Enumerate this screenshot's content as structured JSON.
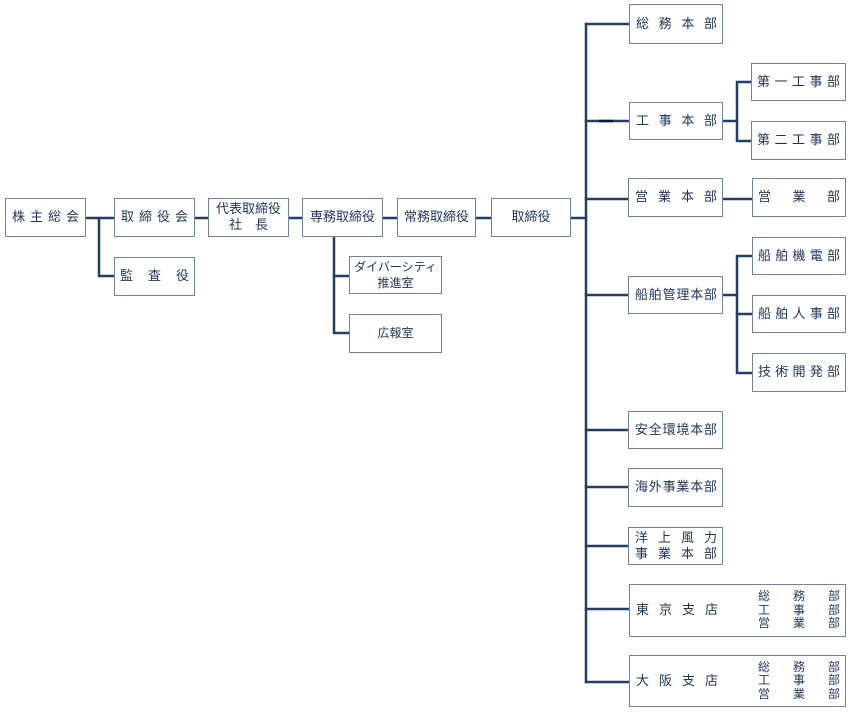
{
  "colors": {
    "line": "#243f63",
    "border": "#72839c",
    "text": "#1e3557",
    "background": "#ffffff"
  },
  "executive": {
    "shareholders_meeting": "株主総会",
    "board_of_directors": "取締役会",
    "auditors": "監査役",
    "president": [
      "代表取締役",
      "社　長"
    ],
    "senior_managing_director": "専務取締役",
    "managing_director": "常務取締役",
    "directors": "取締役"
  },
  "staff_offices": {
    "diversity_office": [
      "ダイバーシティ",
      "推進室"
    ],
    "public_relations": "広報室"
  },
  "divisions": [
    {
      "name": "総務本部"
    },
    {
      "name": "工事本部",
      "departments": [
        "第一工事部",
        "第二工事部"
      ]
    },
    {
      "name": "営業本部",
      "departments": [
        "営業部"
      ]
    },
    {
      "name": "船舶管理本部",
      "departments": [
        "船舶機電部",
        "船舶人事部",
        "技術開発部"
      ]
    },
    {
      "name": "安全環境本部"
    },
    {
      "name": "海外事業本部"
    },
    {
      "name_lines": [
        "洋上風力",
        "事業本部"
      ]
    }
  ],
  "branches": [
    {
      "name": "東京支店",
      "departments": [
        "総務部",
        "工事部",
        "営業部"
      ]
    },
    {
      "name": "大阪支店",
      "departments": [
        "総務部",
        "工事部",
        "営業部"
      ]
    }
  ]
}
